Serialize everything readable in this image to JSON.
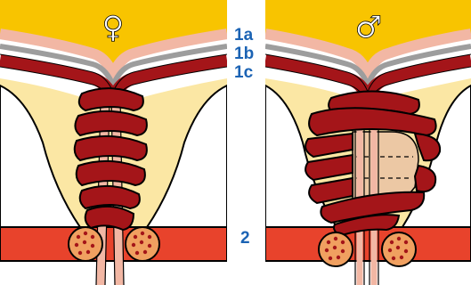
{
  "panels": [
    {
      "id": "female",
      "symbol": "♀",
      "symbol_icon": "female-symbol-icon"
    },
    {
      "id": "male",
      "symbol": "♂",
      "symbol_icon": "male-symbol-icon"
    }
  ],
  "labels": {
    "l1a": "1a",
    "l1b": "1b",
    "l1c": "1c",
    "l2": "2"
  },
  "colors": {
    "organ": "#f8c400",
    "fat": "#fbe7a4",
    "muscle": "#a41519",
    "muscle_dark": "#6e0d10",
    "fascia": "#f2b7a4",
    "membrane": "#9d9d9d",
    "bar": "#e8432c",
    "nerve": "#f0a060",
    "prostate": "#ecc8a4",
    "label": "#1b63b4"
  }
}
